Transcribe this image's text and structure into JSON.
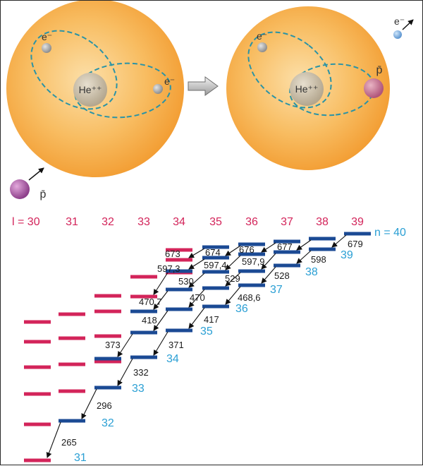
{
  "colors": {
    "l_level": "#d3245a",
    "n_level": "#1b4a94",
    "n_label": "#2a9fd4",
    "transition_text": "#1a1a1a",
    "atom_orange": "#f6a63a",
    "atom_glow": "#fbd79a",
    "orbit": "#2a93a6",
    "nucleus": "#c7bba6",
    "electron": "#a8a8a8",
    "antiproton": "#b05aa8"
  },
  "atoms": {
    "left": {
      "nucleus": "He⁺⁺",
      "electron_1": "e⁻",
      "electron_2": "e⁻",
      "incoming": "p̄"
    },
    "right": {
      "nucleus": "He⁺⁺",
      "electron": "e⁻",
      "bound_antiproton": "p̄",
      "ejected_electron": "e⁻"
    },
    "arrow": "process-arrow"
  },
  "diagram": {
    "l_prefix": "l = 30",
    "l_labels": [
      "31",
      "32",
      "33",
      "34",
      "35",
      "36",
      "37",
      "38",
      "39"
    ],
    "n_prefix": "n = 40",
    "n_labels": [
      "39",
      "38",
      "37",
      "36",
      "35",
      "34",
      "33",
      "32",
      "31"
    ],
    "transitions": [
      "679",
      "598",
      "528",
      "468,6",
      "417",
      "371",
      "332",
      "296",
      "265",
      "677",
      "597,9",
      "529",
      "470",
      "418",
      "373",
      "676",
      "597,4",
      "530",
      "470,7",
      "674",
      "597,3",
      "673"
    ]
  }
}
